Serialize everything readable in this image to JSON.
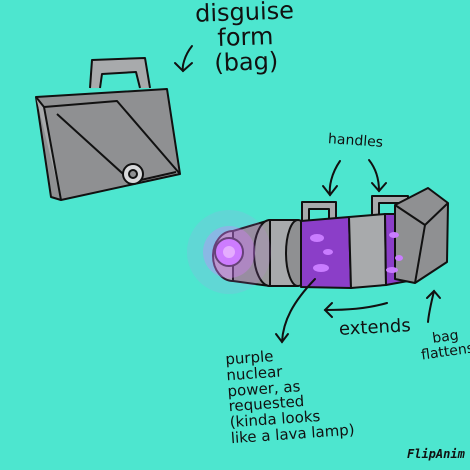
{
  "notes": {
    "title": "disguise\nform\n(bag)",
    "handles": "handles",
    "extends": "extends",
    "flattens": "bag\nflattens",
    "purple": "purple\nnuclear\npower, as\nrequested\n(kinda looks\nlike a lava lamp)"
  },
  "watermark": "FlipAnim",
  "colors": {
    "background": "#4de6cf",
    "metal": "#8f9092",
    "metal_dark": "#6d6e70",
    "purple": "#8b3ec8",
    "lens_glow": "#d77dff"
  }
}
